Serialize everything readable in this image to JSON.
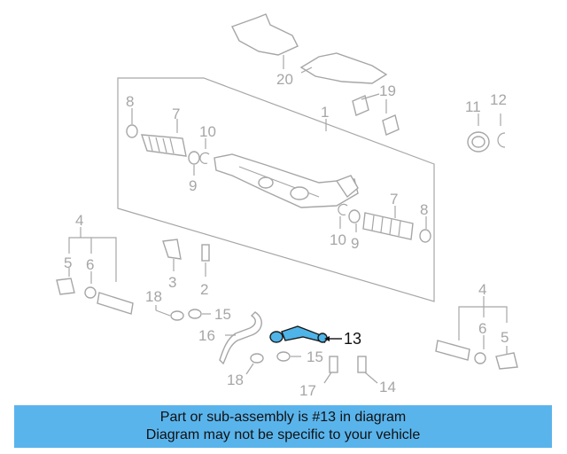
{
  "callouts": {
    "c1": "1",
    "c2": "2",
    "c3": "3",
    "c4a": "4",
    "c4b": "4",
    "c5a": "5",
    "c5b": "5",
    "c6a": "6",
    "c6b": "6",
    "c7a": "7",
    "c7b": "7",
    "c8a": "8",
    "c8b": "8",
    "c9a": "9",
    "c9b": "9",
    "c10a": "10",
    "c10b": "10",
    "c11": "11",
    "c12": "12",
    "c13": "13",
    "c14": "14",
    "c15a": "15",
    "c15b": "15",
    "c16": "16",
    "c17": "17",
    "c18a": "18",
    "c18b": "18",
    "c19": "19",
    "c20": "20"
  },
  "highlight": {
    "part_number": "13",
    "color": "#4fb4e8"
  },
  "banner": {
    "line1": "Part or sub-assembly is #13 in diagram",
    "line2": "Diagram may not be specific to your vehicle",
    "color": "#5ab4ec"
  }
}
